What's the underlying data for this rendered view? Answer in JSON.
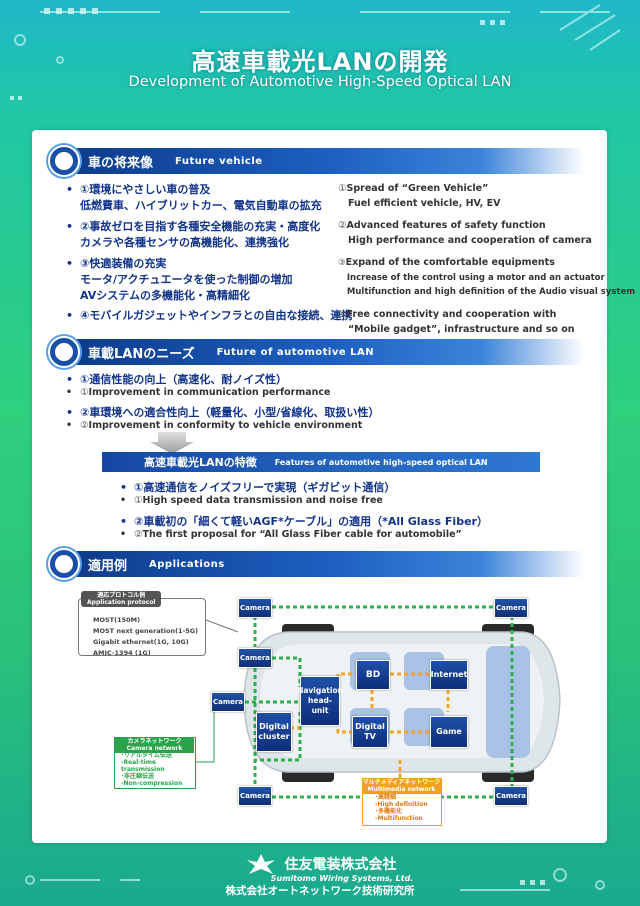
{
  "header": {
    "title": "高速車載光LANの開発",
    "subtitle": "Development of Automotive High-Speed Optical LAN"
  },
  "future": {
    "title_jp": "車の将来像",
    "title_en": "Future vehicle",
    "jp": [
      [
        "①環境にやさしい車の普及",
        "低燃費車、ハイブリットカー、電気自動車の拡充"
      ],
      [
        "②事故ゼロを目指す各種安全機能の充実・高度化",
        "カメラや各種センサの高機能化、連携強化"
      ],
      [
        "③快適装備の充実",
        "モータ/アクチュエータを使った制御の増加",
        "AVシステムの多機能化・高精細化"
      ],
      [
        "④モバイルガジェットやインフラとの自由な接続、連携"
      ]
    ],
    "en": [
      [
        "①",
        "Spread of “Green Vehicle”",
        "Fuel efficient vehicle, HV, EV"
      ],
      [
        "②",
        "Advanced features of  safety function",
        "High performance and cooperation of camera"
      ],
      [
        "③",
        "Expand of the comfortable equipments",
        "Increase of the control using a motor and an actuator",
        "Multifunction and high definition of the Audio visual system"
      ],
      [
        "④",
        "Free connectivity and cooperation with",
        "“Mobile gadget”, infrastructure and so on"
      ]
    ]
  },
  "needs": {
    "title_jp": "車載LANのニーズ",
    "title_en": "Future of  automotive LAN",
    "items": [
      {
        "jp": "①通信性能の向上（高速化、耐ノイズ性）",
        "num": "①",
        "en": "Improvement in communication performance"
      },
      {
        "jp": "②車環境への適合性向上（軽量化、小型/省線化、取扱い性）",
        "num": "②",
        "en": "Improvement in conformity to vehicle environment"
      }
    ]
  },
  "features": {
    "title_jp": "高速車載光LANの特徴",
    "title_en": "Features of automotive high-speed optical LAN",
    "items": [
      {
        "jp": "①高速通信をノイズフリーで実現（ギガビット通信）",
        "num": "①",
        "en": "High speed data transmission and noise free"
      },
      {
        "jp": "②車載初の「細くて軽いAGF*ケーブル」の適用（*All Glass Fiber）",
        "num": "②",
        "en": "The first proposal for “All Glass Fiber cable for automobile”"
      }
    ]
  },
  "apps": {
    "title_jp": "適用例",
    "title_en": "Applications"
  },
  "protocol": {
    "title_jp": "適応プロトコル例",
    "title_en": "Application protocol",
    "items": [
      "MOST(150M)",
      "MOST next generation(1-5G)",
      "Gigabit ethernet(1G,  10G)",
      "AMIC-1394 (1G)"
    ]
  },
  "camera_net": {
    "title_jp": "カメラネットワーク",
    "title_en": "Camera network",
    "items": [
      "･リアルタイム伝送",
      "-Real-time transmission",
      "･非圧縮伝送",
      "-Non-compression"
    ]
  },
  "mm_net": {
    "title_jp": "マルチメディアネットワーク",
    "title_en": "Multimedia network",
    "items": [
      "･高精細",
      "-High definition",
      "･多機能化",
      "-Multifunction"
    ]
  },
  "nodes": {
    "camera": "Camera",
    "bd": "BD",
    "internet": "Internet",
    "nav1": "Navigation",
    "nav2": "head-unit",
    "dc1": "Digital",
    "dc2": "cluster",
    "tv1": "Digital",
    "tv2": "TV",
    "game": "Game"
  },
  "footer": {
    "company_jp": "住友電装株式会社",
    "company_en": "Sumitomo Wiring Systems, Ltd.",
    "institute": "株式会社オートネットワーク技術研究所"
  },
  "colors": {
    "brand": "#1a4fa8",
    "camera_net": "#2aa34a",
    "multimedia_net": "#f0a020"
  }
}
